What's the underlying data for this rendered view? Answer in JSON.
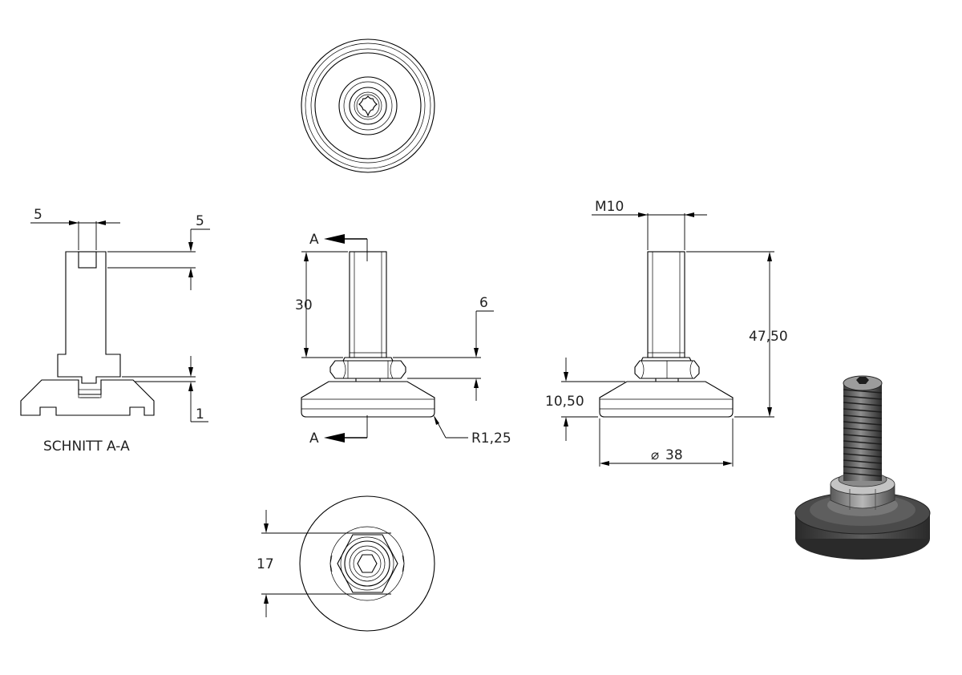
{
  "colors": {
    "line": "#000000",
    "text": "#222222",
    "body_dark": "#3a3a3a",
    "body_mid": "#6b6b6b",
    "metal": "#9a9a9a"
  },
  "section": {
    "caption": "SCHNITT A-A",
    "dim_bore_width": "5",
    "dim_bore_depth": "5",
    "dim_gap": "1"
  },
  "front": {
    "section_marker": "A",
    "dim_thread_length": "30",
    "dim_nut_height": "6",
    "dim_radius": "R1,25"
  },
  "side": {
    "dim_thread": "M10",
    "dim_total_height": "47,50",
    "dim_base_height": "10,50",
    "dim_diameter": "38",
    "diameter_symbol": "⌀"
  },
  "bottom": {
    "dim_hex_width": "17"
  }
}
